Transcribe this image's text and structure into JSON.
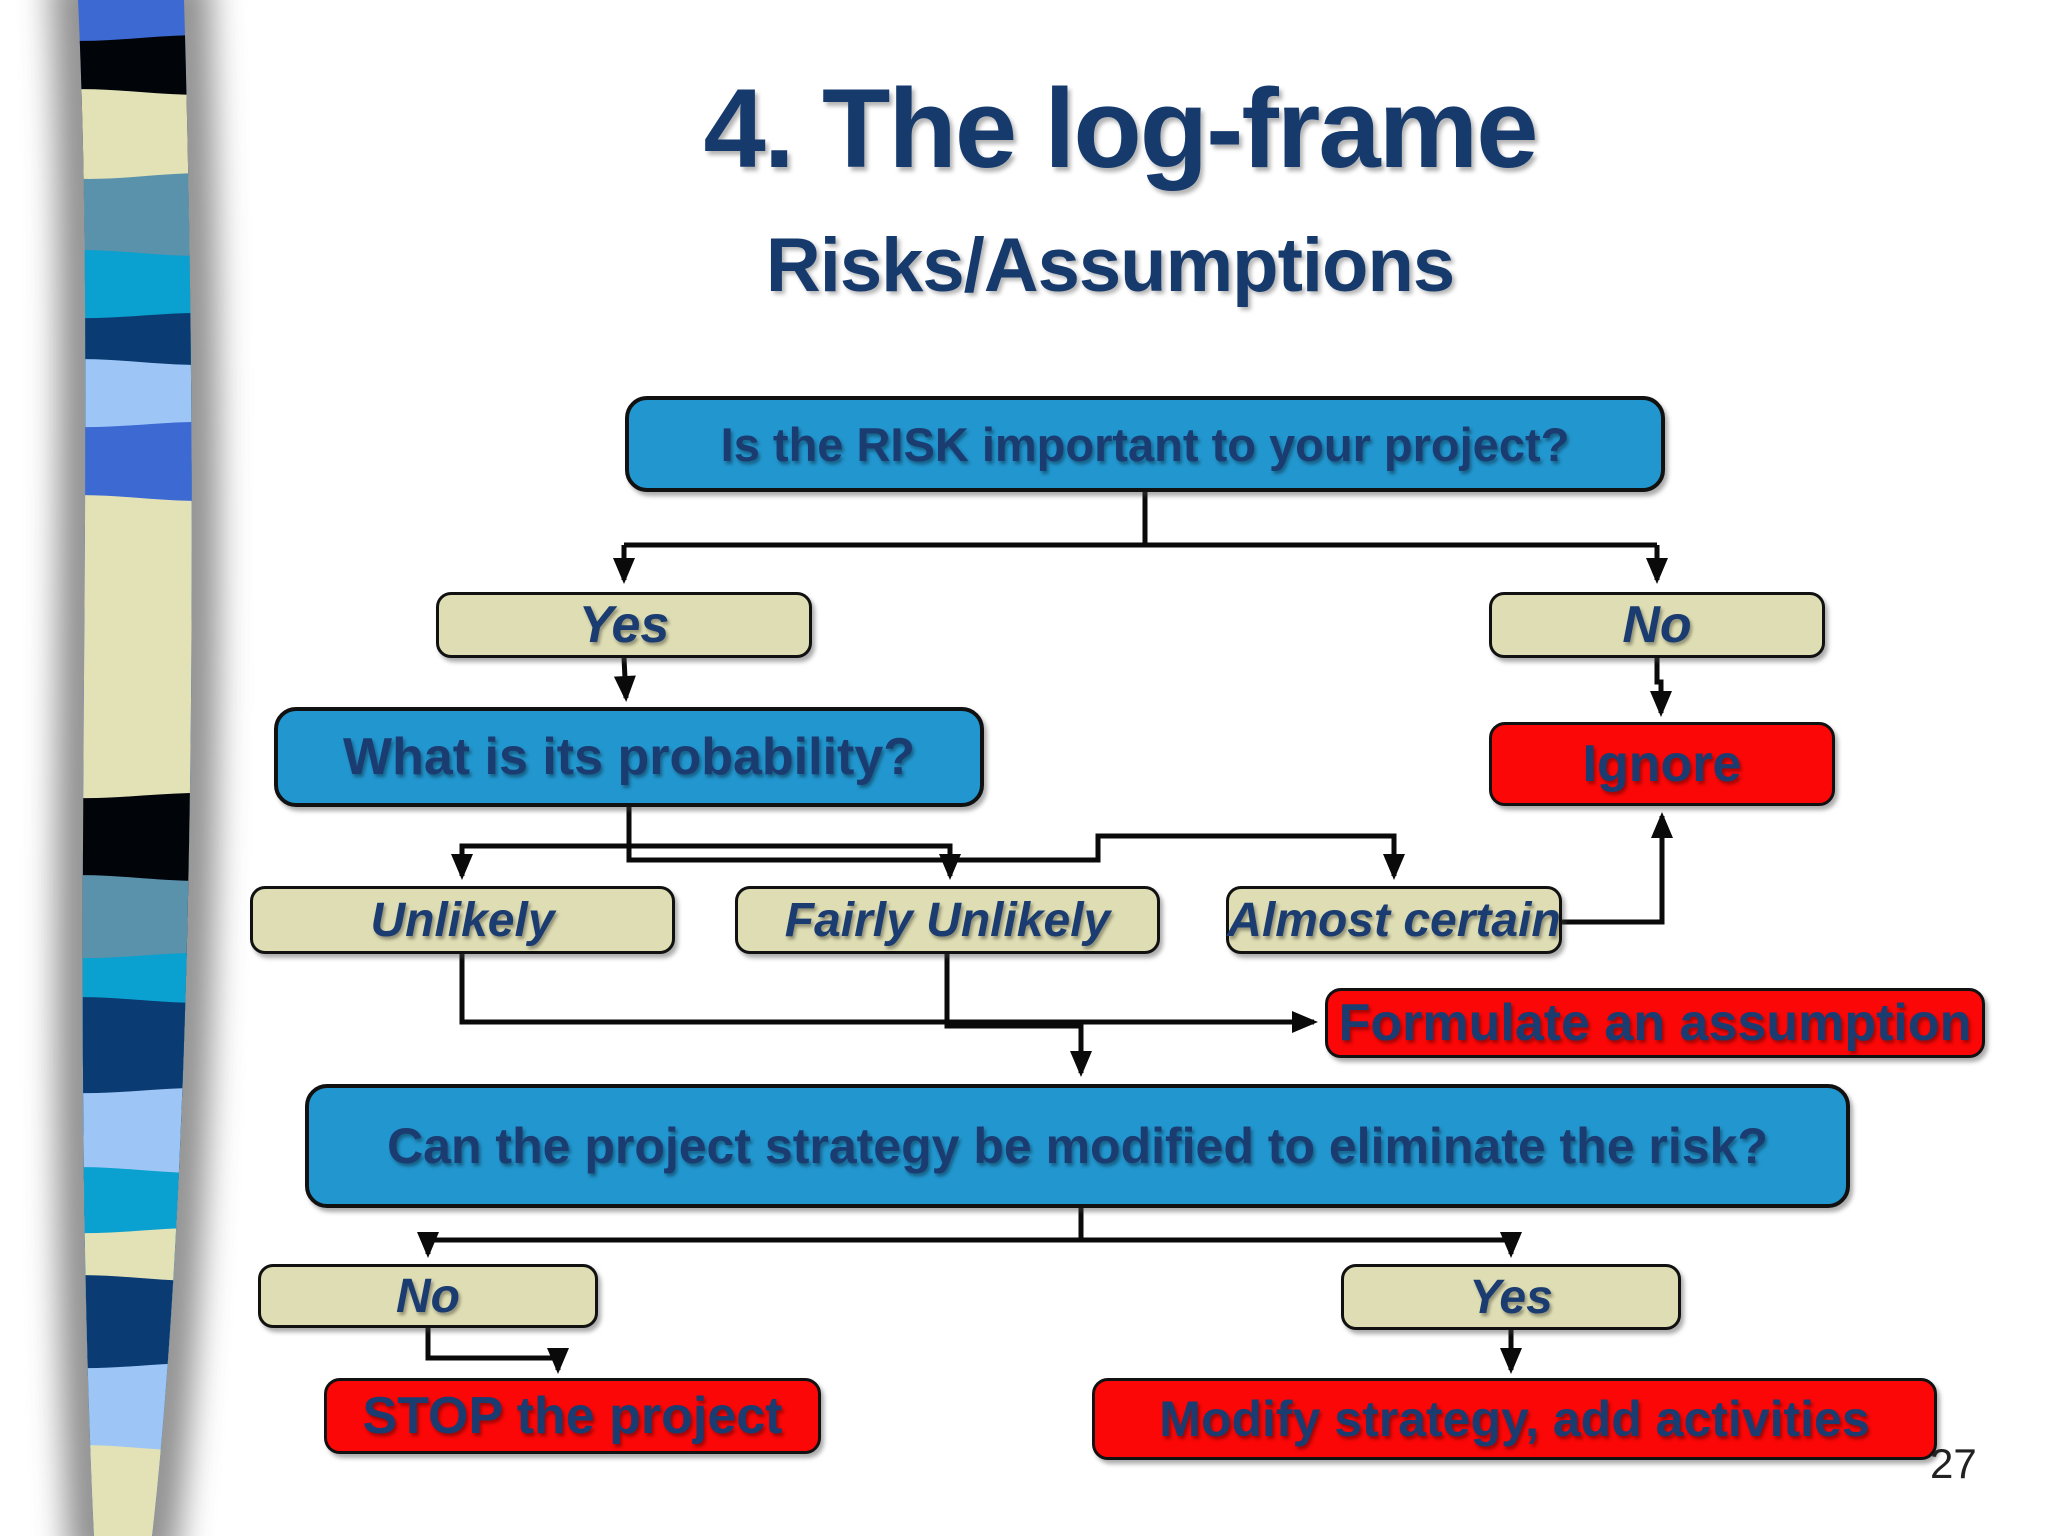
{
  "slide": {
    "title": "4. The log-frame",
    "subtitle": "Risks/Assumptions",
    "page_number": "27"
  },
  "flowchart": {
    "nodes": {
      "q_risk": {
        "label": "Is the RISK important to your project?",
        "type": "question"
      },
      "yes1": {
        "label": "Yes",
        "type": "option"
      },
      "no1": {
        "label": "No",
        "type": "option"
      },
      "q_probability": {
        "label": "What is its probability?",
        "type": "question"
      },
      "ignore": {
        "label": "Ignore",
        "type": "action"
      },
      "unlikely": {
        "label": "Unlikely",
        "type": "option"
      },
      "fairly_unlikely": {
        "label": "Fairly Unlikely",
        "type": "option"
      },
      "almost_certain": {
        "label": "Almost certain",
        "type": "option"
      },
      "formulate": {
        "label": "Formulate an assumption",
        "type": "action"
      },
      "q_modify": {
        "label": "Can the project strategy be modified to eliminate the risk?",
        "type": "question"
      },
      "no2": {
        "label": "No",
        "type": "option"
      },
      "yes2": {
        "label": "Yes",
        "type": "option"
      },
      "stop": {
        "label": "STOP the project",
        "type": "action"
      },
      "modify": {
        "label": "Modify strategy, add activities",
        "type": "action"
      }
    },
    "edges": [
      "q_risk -> yes1",
      "q_risk -> no1",
      "yes1 -> q_probability",
      "no1 -> ignore",
      "q_probability -> unlikely",
      "q_probability -> fairly_unlikely",
      "q_probability -> almost_certain",
      "almost_certain -> ignore",
      "unlikely -> formulate",
      "fairly_unlikely -> q_modify",
      "q_modify -> no2",
      "q_modify -> yes2",
      "no2 -> stop",
      "yes2 -> modify"
    ]
  },
  "colors": {
    "question_box_fill": "#2296CF",
    "option_box_fill": "#DEDDB3",
    "action_box_fill": "#FB0707",
    "box_border": "#111111",
    "label_text": "#1B3C70",
    "title_text": "#173A6D",
    "connector": "#0A0A0A",
    "page_number_text": "#222222",
    "ribbon_band_palette": [
      "#3C69D2",
      "#010409",
      "#E3E1B6",
      "#5A92AB",
      "#0AA0CF",
      "#0A3B72",
      "#9DC6F6"
    ]
  }
}
